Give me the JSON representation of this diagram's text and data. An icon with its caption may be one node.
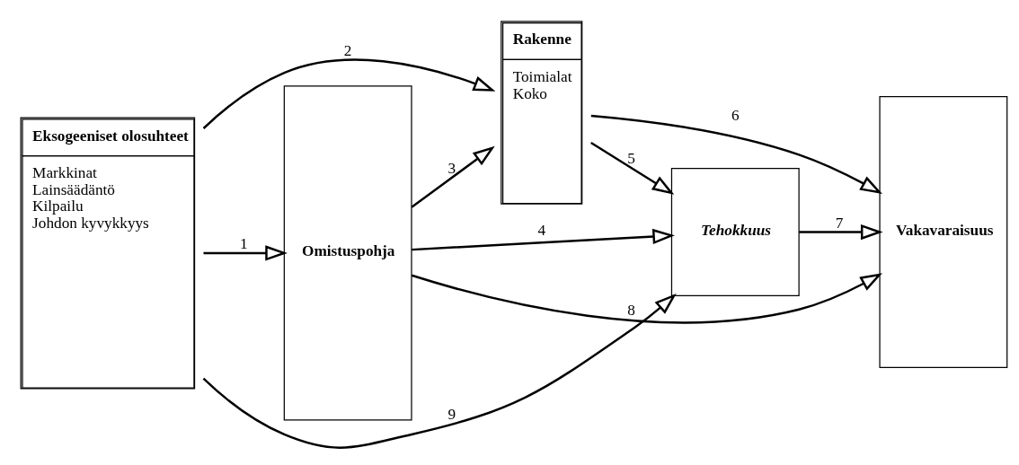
{
  "diagram": {
    "nodes": [
      {
        "text": [
          "Eksogeeniset olosuhteet",
          "Markkinat",
          "Lainsäädäntö",
          "Kilpailu",
          "Johdon kyvykkyys"
        ]
      },
      {
        "text": [
          "Omistuspohja"
        ]
      },
      {
        "text": [
          "Rakenne",
          "Toimialat",
          "Koko"
        ]
      },
      {
        "text": [
          "Tehokkuus"
        ]
      },
      {
        "text": [
          "Vakavaraisuus"
        ]
      }
    ],
    "edges": [
      {
        "from": 0,
        "to": 1,
        "arrow": "to",
        "label": "1"
      },
      {
        "from": 0,
        "to": 2,
        "arrow": "to",
        "label": "2"
      },
      {
        "from": 1,
        "to": 2,
        "arrow": "to",
        "label": "3"
      },
      {
        "from": 1,
        "to": 3,
        "arrow": "to",
        "label": "4"
      },
      {
        "from": 2,
        "to": 3,
        "arrow": "to",
        "label": "5"
      },
      {
        "from": 2,
        "to": 4,
        "arrow": "to",
        "label": "6"
      },
      {
        "from": 3,
        "to": 4,
        "arrow": "to",
        "label": "7"
      },
      {
        "from": 1,
        "to": 4,
        "arrow": "to",
        "label": "8"
      },
      {
        "from": 0,
        "to": 3,
        "arrow": "to",
        "label": "9"
      }
    ]
  }
}
